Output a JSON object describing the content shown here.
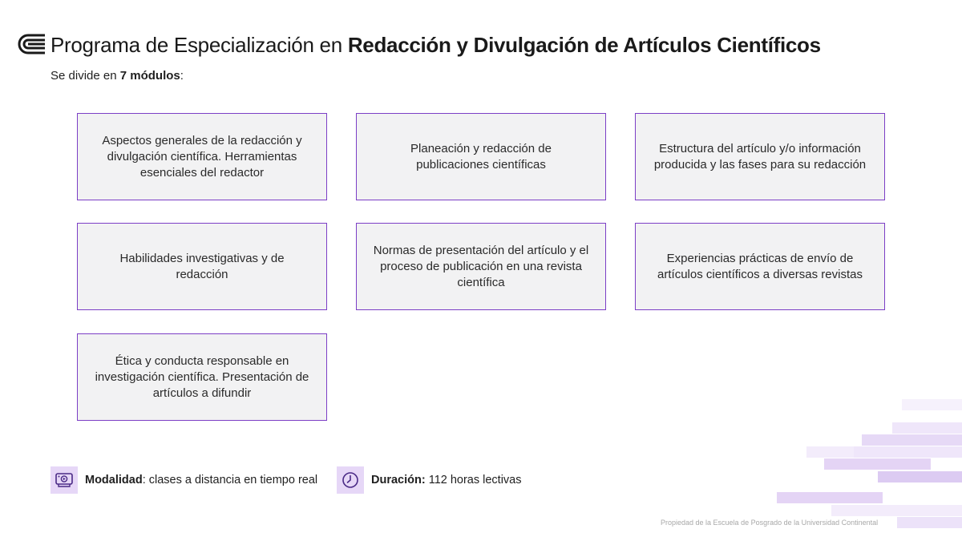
{
  "header": {
    "title_regular": "Programa de Especialización en ",
    "title_bold": "Redacción y Divulgación de Artículos Científicos",
    "subtitle_prefix": "Se divide en ",
    "subtitle_bold": "7 módulos",
    "subtitle_suffix": ":"
  },
  "modules": [
    "Aspectos generales de la redacción y divulgación científica. Herramientas esenciales del redactor",
    "Planeación y redacción de publicaciones científicas",
    "Estructura del artículo y/o información producida y las fases para su redacción",
    "Habilidades investigativas y de redacción",
    "Normas de presentación del artículo y el proceso de publicación en una revista científica",
    "Experiencias prácticas de envío de artículos científicos a diversas revistas",
    "Ética y conducta responsable en investigación científica. Presentación de artículos a difundir"
  ],
  "footer": {
    "modality_label": "Modalidad",
    "modality_value": ": clases a distancia en tiempo real",
    "duration_label": "Duración:",
    "duration_value": " 112 horas lectivas",
    "copyright": "Propiedad de la Escuela de Posgrado de la Universidad Continental"
  },
  "colors": {
    "accent": "#7c3fc6",
    "box_bg": "#f2f2f3",
    "icon_bg": "#e6d7f7"
  },
  "icons": {
    "logo": "continental-logo-icon",
    "modality": "video-screen-icon",
    "duration": "clock-icon"
  }
}
